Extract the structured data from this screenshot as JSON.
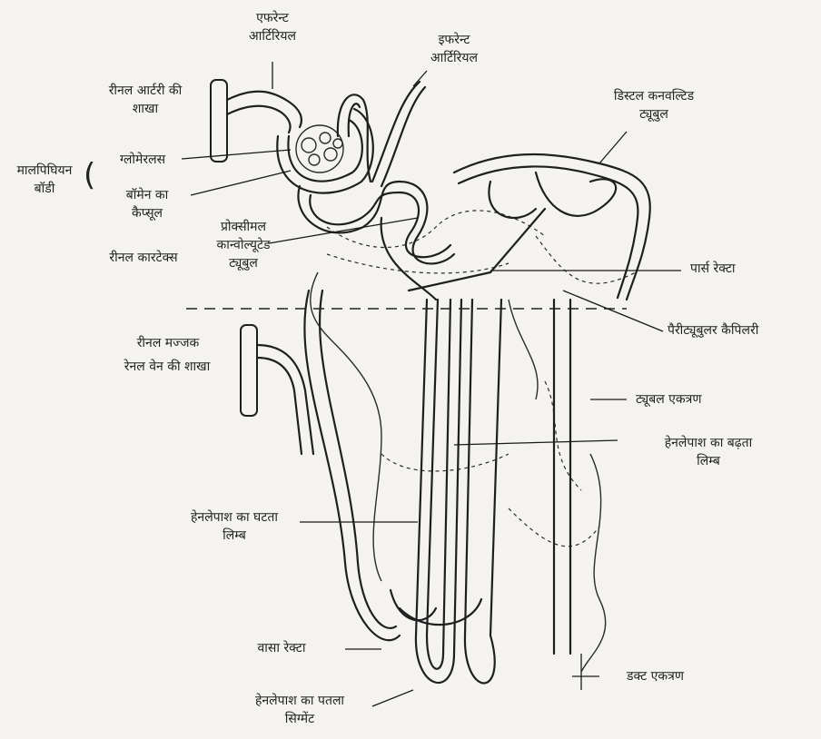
{
  "labels": {
    "efferent_arteriole": [
      "एफरेन्ट",
      "आर्टिरियल"
    ],
    "afferent_arteriole": [
      "इफरेन्ट",
      "आर्टिरियल"
    ],
    "renal_artery_branch": [
      "रीनल आर्टरी की",
      "शाखा"
    ],
    "malpighian_body": [
      "मालपिघियन",
      "बॉडी"
    ],
    "glomerulus": "ग्लोमेरलस",
    "bowman_capsule": [
      "बॉमेन का",
      "कैप्सूल"
    ],
    "renal_cortex": "रीनल कारटेक्स",
    "proximal_tubule": [
      "प्रोक्सीमल",
      "कान्वोल्यूटेड",
      "ट्यूबुल"
    ],
    "distal_tubule": [
      "डिस्टल कनवल्टिड",
      "ट्यूबुल"
    ],
    "pars_recta": "पार्स रेक्टा",
    "peritubular_capillary": "पैरीट्यूबुलर कैपिलरी",
    "renal_medulla": "रीनल मज्जक",
    "renal_vein_branch": "रेनल वेन की शाखा",
    "collecting_tubule": "ट्यूबल एकत्रण",
    "henle_thick_limb": [
      "हेनलेपाश का बढ़ता",
      "लिम्ब"
    ],
    "henle_descending_limb": [
      "हेनलेपाश का घटता",
      "लिम्ब"
    ],
    "vasa_recta": "वासा रेक्टा",
    "henle_thin_segment": [
      "हेनलेपाश का पतला",
      "सिग्मेंट"
    ],
    "collecting_duct": "डक्ट एकत्रण"
  }
}
